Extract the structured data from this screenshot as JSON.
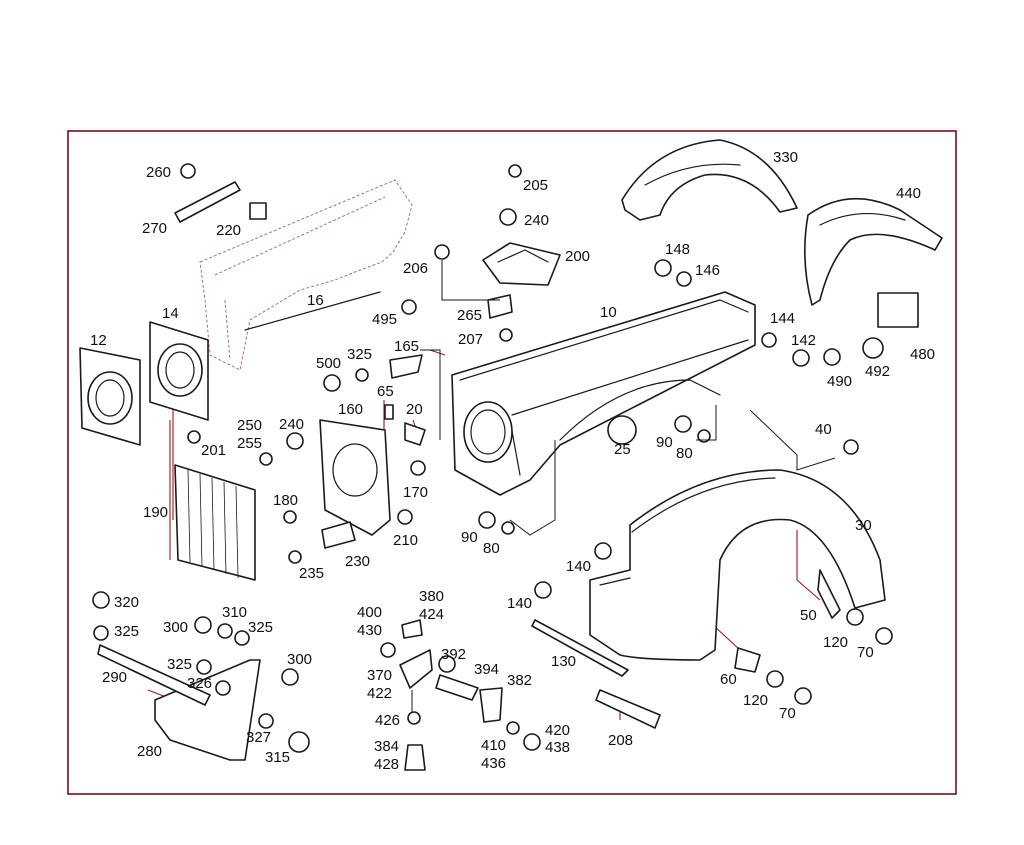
{
  "diagram": {
    "border_color": "#7a1010",
    "accent_color": "#a01818",
    "callouts": {
      "c10": "10",
      "c12": "12",
      "c14": "14",
      "c16": "16",
      "c20": "20",
      "c25": "25",
      "c30": "30",
      "c40": "40",
      "c50": "50",
      "c60": "60",
      "c65": "65",
      "c70a": "70",
      "c70b": "70",
      "c80a": "80",
      "c80b": "80",
      "c90a": "90",
      "c90b": "90",
      "c120a": "120",
      "c120b": "120",
      "c130": "130",
      "c140a": "140",
      "c140b": "140",
      "c142": "142",
      "c144": "144",
      "c146": "146",
      "c148": "148",
      "c160": "160",
      "c165": "165",
      "c170": "170",
      "c180": "180",
      "c190": "190",
      "c200": "200",
      "c201": "201",
      "c205": "205",
      "c206": "206",
      "c207": "207",
      "c208": "208",
      "c210": "210",
      "c220": "220",
      "c230": "230",
      "c235": "235",
      "c240a": "240",
      "c240b": "240",
      "c250": "250",
      "c255": "255",
      "c260": "260",
      "c265": "265",
      "c270": "270",
      "c280": "280",
      "c290": "290",
      "c300a": "300",
      "c300b": "300",
      "c310": "310",
      "c315": "315",
      "c320": "320",
      "c325a": "325",
      "c325b": "325",
      "c325c": "325",
      "c325d": "325",
      "c326": "326",
      "c327": "327",
      "c330": "330",
      "c370": "370",
      "c380": "380",
      "c382": "382",
      "c384": "384",
      "c392": "392",
      "c394": "394",
      "c400": "400",
      "c410": "410",
      "c420": "420",
      "c422": "422",
      "c424": "424",
      "c426": "426",
      "c428": "428",
      "c430": "430",
      "c436": "436",
      "c438": "438",
      "c440": "440",
      "c480": "480",
      "c490": "490",
      "c492": "492",
      "c495": "495",
      "c500": "500"
    }
  }
}
